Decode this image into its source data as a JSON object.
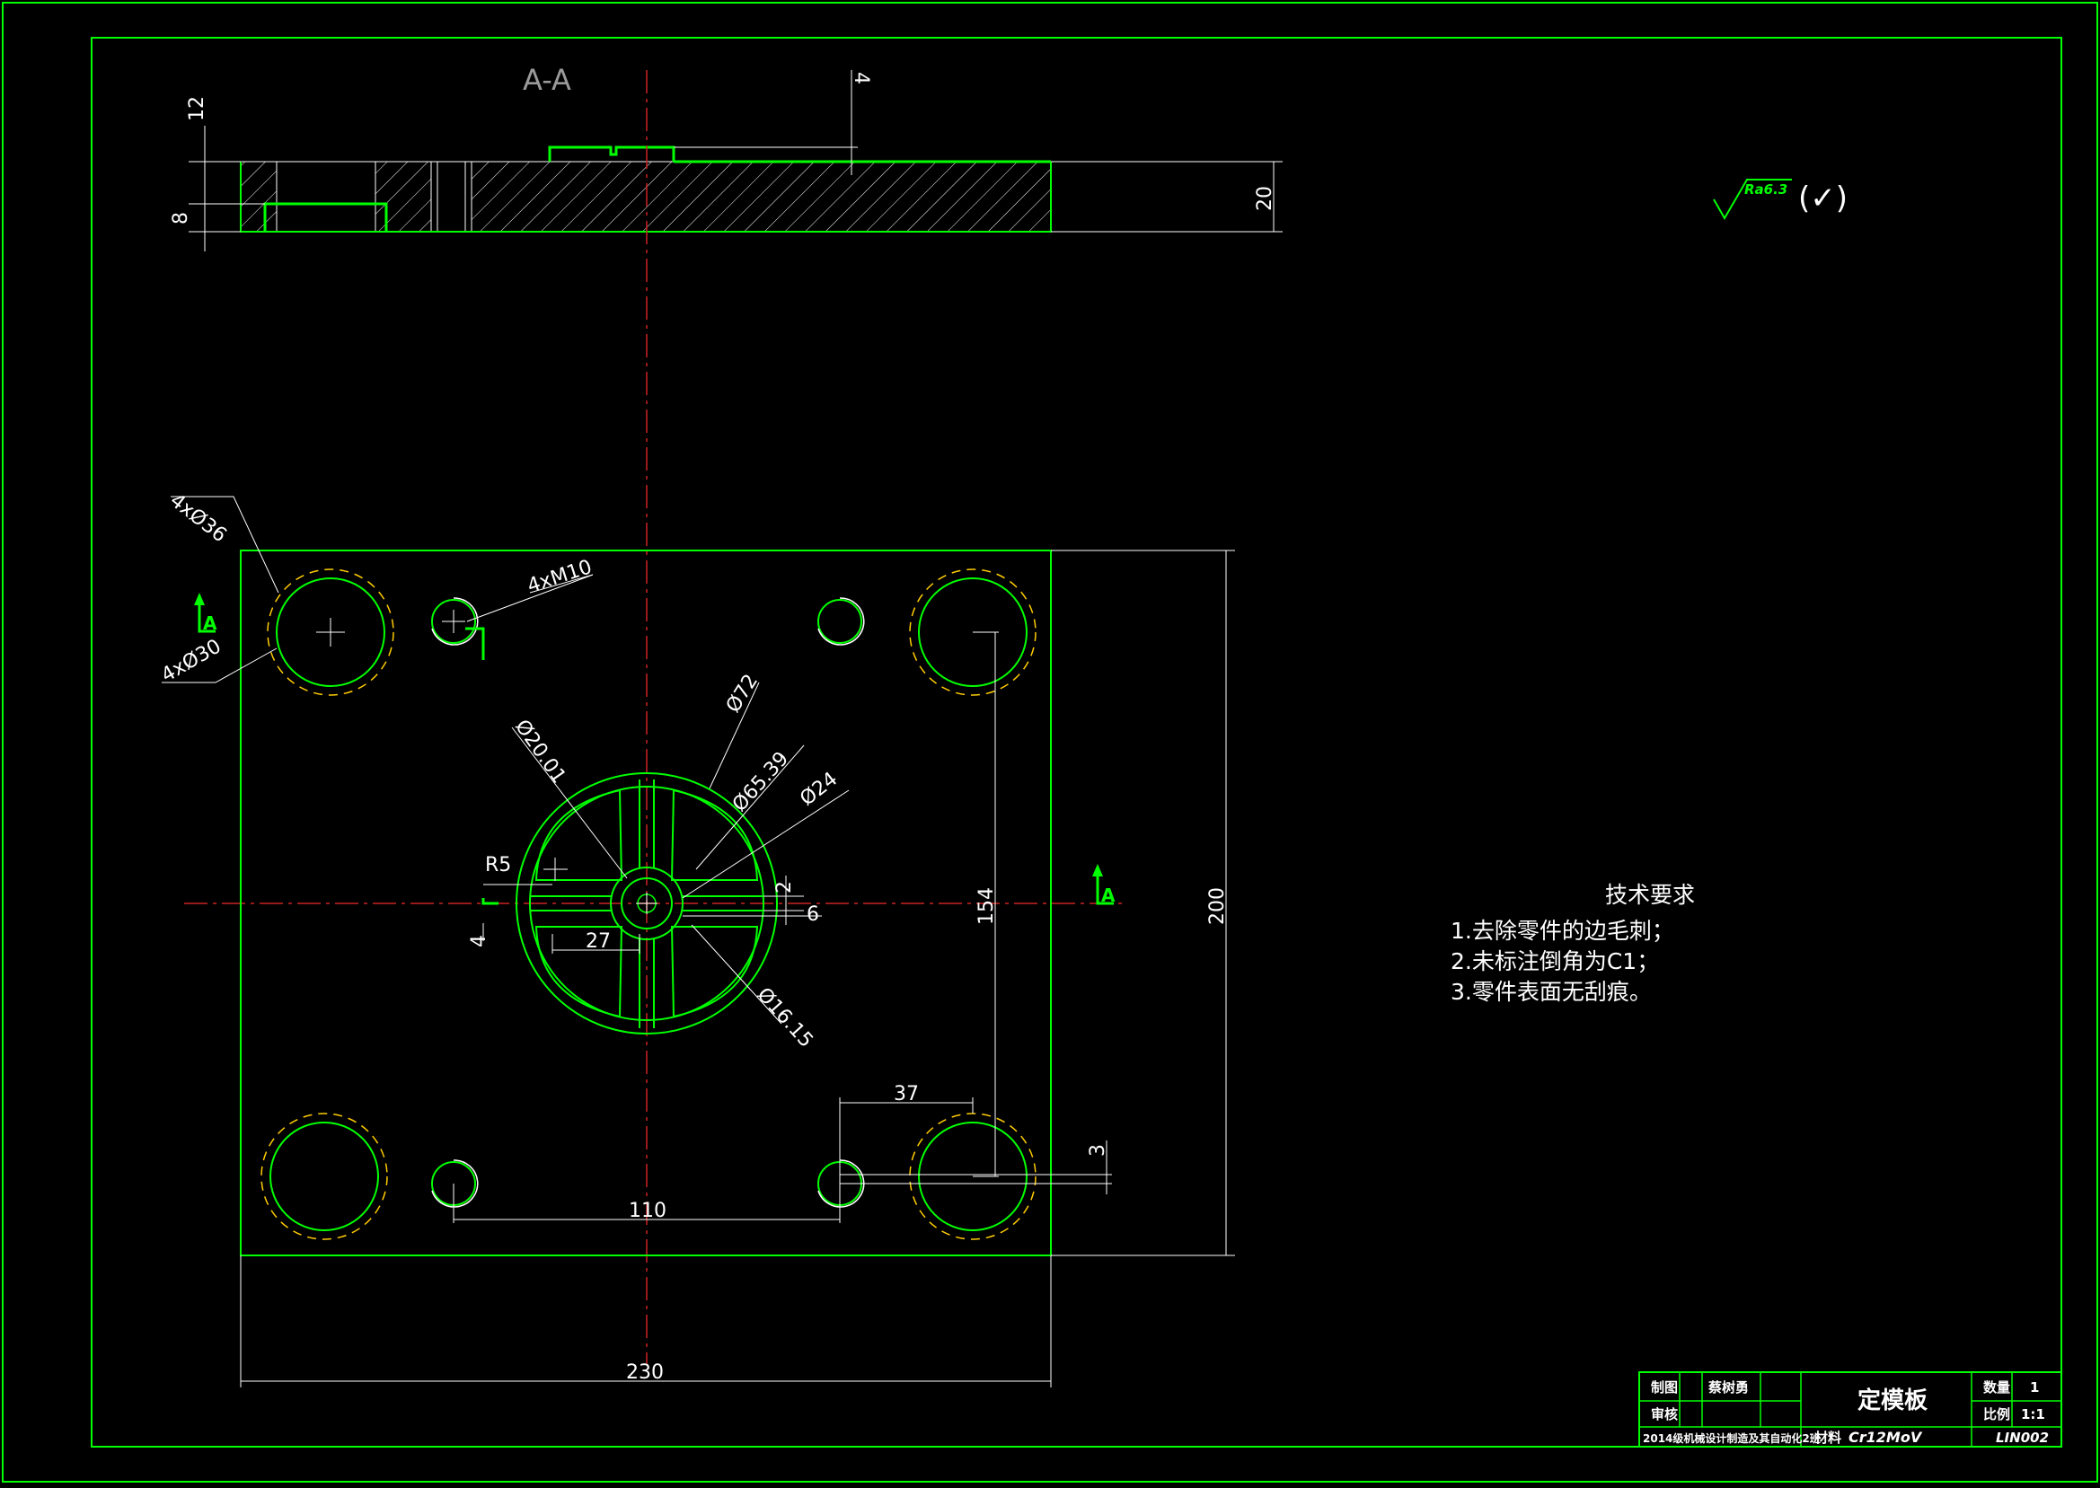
{
  "section_title": "A-A",
  "section_dims": {
    "top_depth": "4",
    "thick_12": "12",
    "thick_8": "8",
    "thick_20": "20"
  },
  "roughness": {
    "value": "Ra6.3",
    "symbol": "(✓)"
  },
  "section_mark": "A",
  "plan_labels": {
    "d36": "4xØ36",
    "d30": "4xØ30",
    "m10": "4xM10",
    "d72": "Ø72",
    "d2001": "Ø20.01",
    "d6539": "Ø65.39",
    "d24": "Ø24",
    "d1615": "Ø16.15",
    "r5": "R5",
    "w27": "27",
    "w2": "2",
    "w6": "6",
    "w4": "4",
    "w154": "154",
    "w200": "200",
    "w37": "37",
    "w3": "3",
    "w110": "110",
    "w230": "230"
  },
  "tech_requirements": {
    "title": "技术要求",
    "items": [
      "1.去除零件的边毛刺；",
      "2.未标注倒角为C1；",
      "3.零件表面无刮痕。"
    ]
  },
  "title_block": {
    "drawn_label": "制图",
    "drawn_name": "蔡树勇",
    "check_label": "审核",
    "part_name": "定模板",
    "qty_label": "数量",
    "qty_value": "1",
    "scale_label": "比例",
    "scale_value": "1:1",
    "school": "2014级机械设计制造及其自动化2班",
    "material_label": "材料",
    "material_value": "Cr12MoV",
    "drawing_no": "LIN002"
  }
}
